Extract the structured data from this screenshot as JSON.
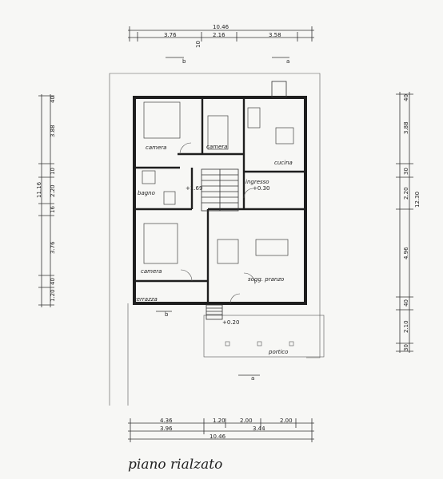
{
  "title": "piano rialzato",
  "top_dims": {
    "total": "10.46",
    "a": "3.76",
    "b": "2.16",
    "c": "3.58",
    "d": "10"
  },
  "bottom_dims": {
    "row1": [
      "4.36",
      "1.20",
      "2.00",
      "2.00"
    ],
    "row2": [
      "3.96",
      "3.44"
    ],
    "total": "10.46"
  },
  "left_dims": [
    "40",
    "3.88",
    "10",
    "2.20",
    "16",
    "3.76",
    "40",
    "1.20",
    "11.16"
  ],
  "right_dims": [
    "40",
    "3.88",
    "30",
    "12.30",
    "2.20",
    "4.96",
    "40",
    "2.10",
    "30"
  ],
  "rooms": {
    "camera1": "camera",
    "camera2": "camera",
    "cucina": "cucina",
    "bagno": "bagno",
    "ingresso": "ingresso",
    "camera3": "camera",
    "soggiorno": "sogg. pranzo",
    "terrazza": "terrazza",
    "portico": "portico"
  },
  "levels": {
    "l1": "+1.69",
    "l2": "+0.30",
    "l3": "+0.20"
  },
  "sections": {
    "b": "b",
    "a": "a"
  }
}
